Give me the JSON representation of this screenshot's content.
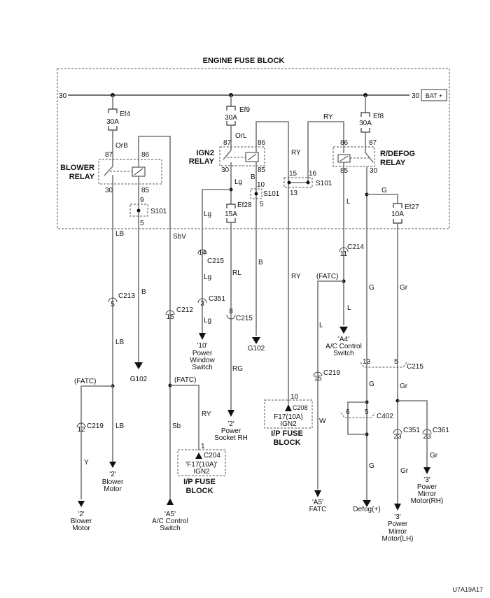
{
  "title": "ENGINE FUSE BLOCK",
  "footer": "U7A19A17",
  "bus": {
    "left_term": "30",
    "right_term": "30",
    "bat": "BAT +"
  },
  "fuses": {
    "ef4": {
      "name": "Ef4",
      "rating": "30A"
    },
    "ef9": {
      "name": "Ef9",
      "rating": "30A"
    },
    "ef8": {
      "name": "Ef8",
      "rating": "30A"
    },
    "ef28": {
      "name": "Ef28",
      "rating": "15A"
    },
    "ef27": {
      "name": "Ef27",
      "rating": "10A"
    }
  },
  "relays": {
    "blower": {
      "line1": "BLOWER",
      "line2": "RELAY",
      "p87": "87",
      "p86": "86",
      "p85": "85",
      "p30": "30"
    },
    "ign2": {
      "line1": "IGN2",
      "line2": "RELAY",
      "p87": "87",
      "p86": "86",
      "p85": "85",
      "p30": "30"
    },
    "rdefog": {
      "line1": "R/DEFOG",
      "line2": "RELAY",
      "p87": "87",
      "p86": "86",
      "p85": "85",
      "p30": "30"
    }
  },
  "splices": {
    "s101a": {
      "name": "S101",
      "pin_in": "9",
      "pin_out": "5"
    },
    "s101b": {
      "name": "S101",
      "pin_in": "10",
      "pin_out": "5"
    },
    "s101c": {
      "name": "S101",
      "pin_a": "15",
      "pin_b": "16",
      "pin_c": "13"
    }
  },
  "wires": {
    "OrB": "OrB",
    "LB": "LB",
    "SbV": "SbV",
    "B": "B",
    "Sb": "Sb",
    "Y": "Y",
    "RY": "RY",
    "OrL": "OrL",
    "Lg": "Lg",
    "RL": "RL",
    "RG": "RG",
    "L": "L",
    "W": "W",
    "G": "G",
    "Gr": "Gr"
  },
  "connectors": {
    "c213": {
      "name": "C213",
      "pin": "5"
    },
    "c219a": {
      "name": "C219",
      "pin": "12"
    },
    "c212": {
      "name": "C212",
      "pin": "15"
    },
    "c215a": {
      "name": "C215",
      "pin": "14"
    },
    "c351a": {
      "name": "C351",
      "pin": "3"
    },
    "c215b": {
      "name": "C215",
      "pin": "8"
    },
    "c204": {
      "name": "C204",
      "pin": "1"
    },
    "c208": {
      "name": "C208",
      "pin": "10"
    },
    "c214": {
      "name": "C214",
      "pin": "11"
    },
    "c219b": {
      "name": "C219",
      "pin": "15"
    },
    "c215c": {
      "name": "C215",
      "pin_a": "13",
      "pin_b": "5"
    },
    "c402": {
      "name": "C402",
      "pin_a": "6",
      "pin_b": "5"
    },
    "c351b": {
      "name": "C351",
      "pin": "23"
    },
    "c361": {
      "name": "C361",
      "pin": "23"
    }
  },
  "fatc": "(FATC)",
  "ipfuse": {
    "fuse_a": "'F17(10A)'",
    "fuse_b": "F17(10A)",
    "ign": "IGN2",
    "line1": "I/P FUSE",
    "line2": "BLOCK"
  },
  "grounds": {
    "g102": "G102"
  },
  "destinations": {
    "blower_motor_a": {
      "pin": "'2'",
      "l1": "Blower",
      "l2": "Motor"
    },
    "blower_motor_b": {
      "pin": "'2'",
      "l1": "Blower",
      "l2": "Motor"
    },
    "ac_switch_a5": {
      "pin": "'A5'",
      "l1": "A/C Control",
      "l2": "Switch"
    },
    "power_window": {
      "pin": "'10'",
      "l1": "Power",
      "l2": "Window",
      "l3": "Switch"
    },
    "power_socket": {
      "pin": "'2'",
      "l1": "Power",
      "l2": "Socket RH"
    },
    "ac_switch_a4": {
      "pin": "'A4'",
      "l1": "A/C Control",
      "l2": "Switch"
    },
    "fatc_a5": {
      "pin": "'A5'",
      "l1": "FATC"
    },
    "defog": {
      "l1": "Defog(+)"
    },
    "mirror_lh": {
      "pin": "'3'",
      "l1": "Power",
      "l2": "Mirror",
      "l3": "Motor(LH)"
    },
    "mirror_rh": {
      "pin": "'3'",
      "l1": "Power",
      "l2": "Mirror",
      "l3": "Motor(RH)"
    }
  }
}
